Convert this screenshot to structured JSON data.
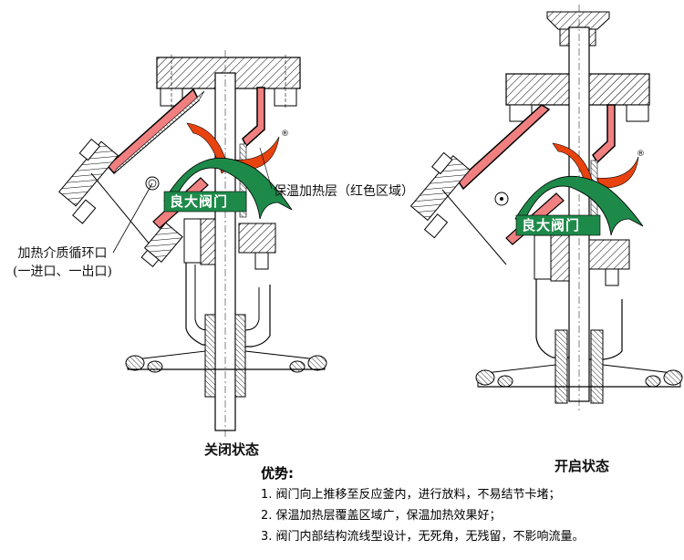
{
  "diagram": {
    "title": "Y-type jacketed tank-bottom discharge valve — closed vs open",
    "colors": {
      "heating_layer": "#f08080",
      "logo_green": "#1e8a4a",
      "logo_red": "#e8430f",
      "line": "#000000"
    },
    "callouts": {
      "heating_layer": "保温加热层（红色区域）",
      "port_line1": "加热介质循环口",
      "port_line2": "(一进口、一出口)"
    },
    "logo": {
      "text": "良大阀门",
      "registered_mark": "®"
    },
    "states": {
      "closed": "关闭状态",
      "open": "开启状态"
    }
  },
  "advantages": {
    "title": "优势:",
    "items": [
      "1. 阀门向上推移至反应釜内，进行放料，不易结节卡堵；",
      "2. 保温加热层覆盖区域广，保温加热效果好；",
      "3. 阀门内部结构流线型设计，无死角，无残留，不影响流量。"
    ]
  }
}
